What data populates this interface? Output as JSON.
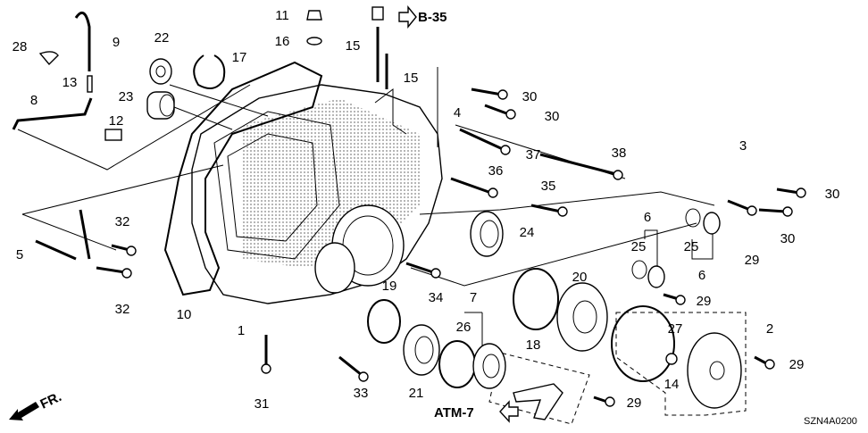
{
  "diagram": {
    "part_labels": [
      "28",
      "9",
      "13",
      "8",
      "12",
      "22",
      "17",
      "23",
      "11",
      "16",
      "15",
      "15",
      "4",
      "30",
      "30",
      "37",
      "38",
      "36",
      "35",
      "3",
      "30",
      "30",
      "24",
      "6",
      "25",
      "25",
      "6",
      "29",
      "29",
      "32",
      "5",
      "32",
      "10",
      "34",
      "1",
      "19",
      "7",
      "26",
      "18",
      "20",
      "27",
      "2",
      "14",
      "29",
      "29",
      "31",
      "33",
      "21"
    ],
    "references": {
      "top": "B-35",
      "bottom": "ATM-7"
    },
    "direction_label": "FR.",
    "diagram_code": "SZN4A0200"
  }
}
